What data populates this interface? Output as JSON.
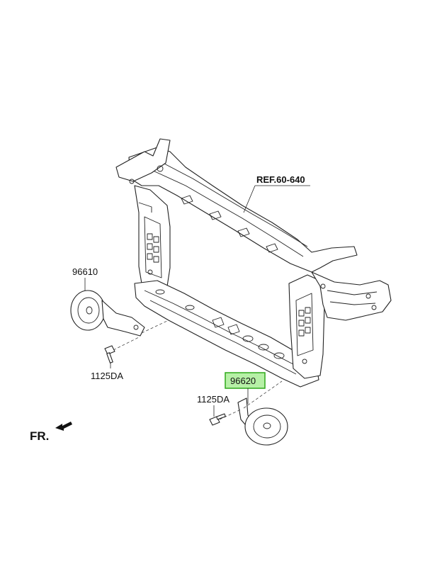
{
  "labels": {
    "ref": "REF.60-640",
    "horn_left": "96610",
    "horn_right": "96620",
    "bolt_left": "1125DA",
    "bolt_right": "1125DA",
    "front": "FR."
  },
  "highlight": {
    "part": "96620",
    "fill": "#b6f0a6",
    "stroke": "#2fa81a"
  }
}
